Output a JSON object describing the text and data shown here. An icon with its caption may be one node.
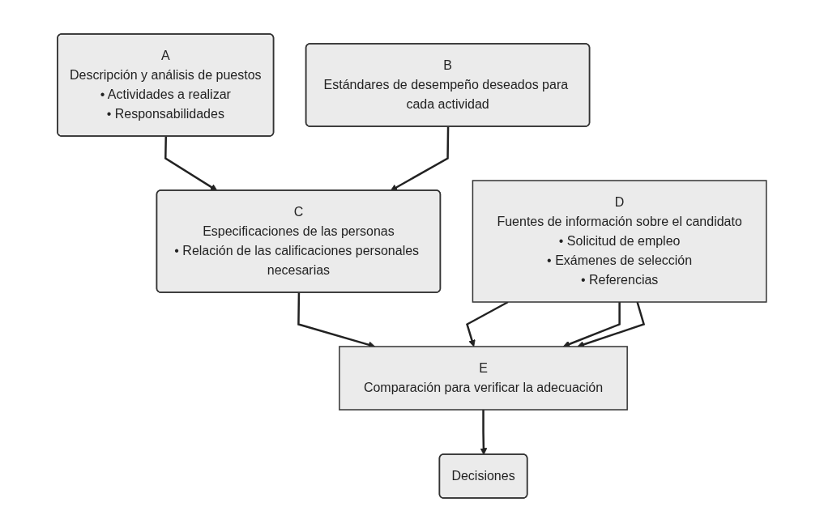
{
  "diagram": {
    "nodes": [
      {
        "text": [
          "A",
          "Descripción y análisis de puestos",
          "• Actividades a realizar",
          "• Responsabilidades"
        ]
      },
      {
        "text": [
          "B",
          "Estándares de desempeño deseados para cada actividad"
        ]
      },
      {
        "text": [
          "C",
          "Especificaciones de las personas",
          "• Relación de las calificaciones personales necesarias"
        ]
      },
      {
        "text": [
          "E",
          "Comparación para verificar la adecuación"
        ]
      },
      {
        "text": [
          "D",
          "Fuentes de información sobre el candidato",
          "• Solicitud de empleo",
          "• Exámenes de selección",
          "• Referencias"
        ]
      },
      {
        "text": [
          "Decisiones"
        ]
      }
    ],
    "edges": [
      {
        "from": 0,
        "to": 2,
        "arrow": "to"
      },
      {
        "from": 1,
        "to": 2,
        "arrow": "to"
      },
      {
        "from": 2,
        "to": 3,
        "arrow": "to"
      },
      {
        "from": 4,
        "to": 3,
        "arrow": "to"
      },
      {
        "from": 4,
        "to": 3,
        "arrow": "to"
      },
      {
        "from": 4,
        "to": 3,
        "arrow": "to"
      },
      {
        "from": 3,
        "to": 5,
        "arrow": "to"
      }
    ]
  }
}
